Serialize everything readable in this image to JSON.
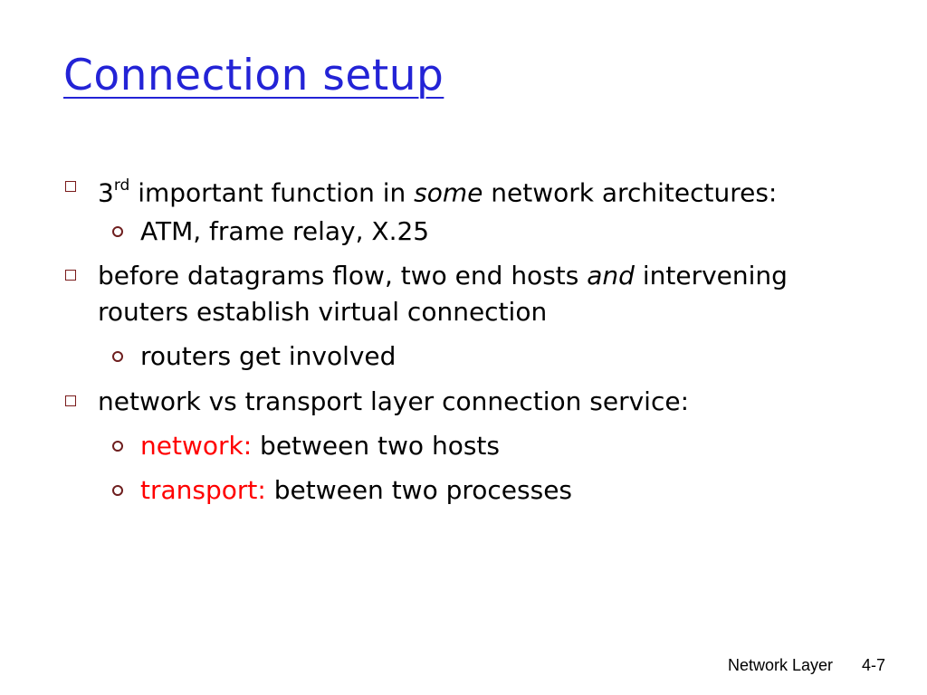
{
  "title": "Connection setup",
  "colors": {
    "title": "#2323d6",
    "highlight": "#ff0000",
    "marker": "#7a1b1b"
  },
  "bullets": {
    "b1": {
      "prefix": "3",
      "sup": "rd",
      "text_a": " important function in ",
      "italic": "some",
      "text_b": " network architectures:"
    },
    "b1_1": "ATM, frame relay, X.25",
    "b2": {
      "text_a": "before datagrams flow, two end hosts ",
      "italic": "and",
      "text_b": " intervening",
      "line2": "routers establish virtual connection"
    },
    "b2_1": "routers get involved",
    "b3": "network vs transport layer connection service:",
    "b3_1": {
      "label": "network:",
      "text": " between two hosts"
    },
    "b3_2": {
      "label": "transport:",
      "text": " between two processes"
    }
  },
  "footer": {
    "section": "Network Layer",
    "page": "4-7"
  }
}
